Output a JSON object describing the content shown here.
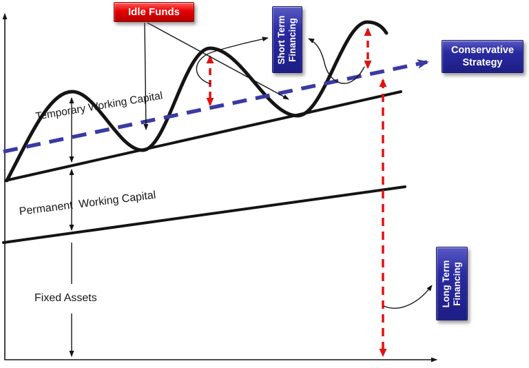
{
  "diagram": {
    "boxes": {
      "idle_funds": {
        "label": "Idle Funds"
      },
      "short_term": {
        "line1": "Short Term",
        "line2": "Financing"
      },
      "conservative": {
        "line1": "Conservative",
        "line2": "Strategy"
      },
      "long_term": {
        "line1": "Long Term",
        "line2": "Financing"
      }
    },
    "area_labels": {
      "temporary": "Temporary Working Capital",
      "permanent": "Permanent  Working Capital",
      "fixed": "Fixed Assets"
    }
  },
  "colors": {
    "ink": "#141414",
    "dashed_blue": "#3a3aa4",
    "dashed_red": "#e01111",
    "box_blue": "#2b2ba2",
    "box_blue_light": "#5a5ac4",
    "box_blue_dark": "#1d1d85",
    "box_red": "#e60000",
    "box_red_light": "#ff5c5c",
    "box_red_dark": "#b50000"
  }
}
